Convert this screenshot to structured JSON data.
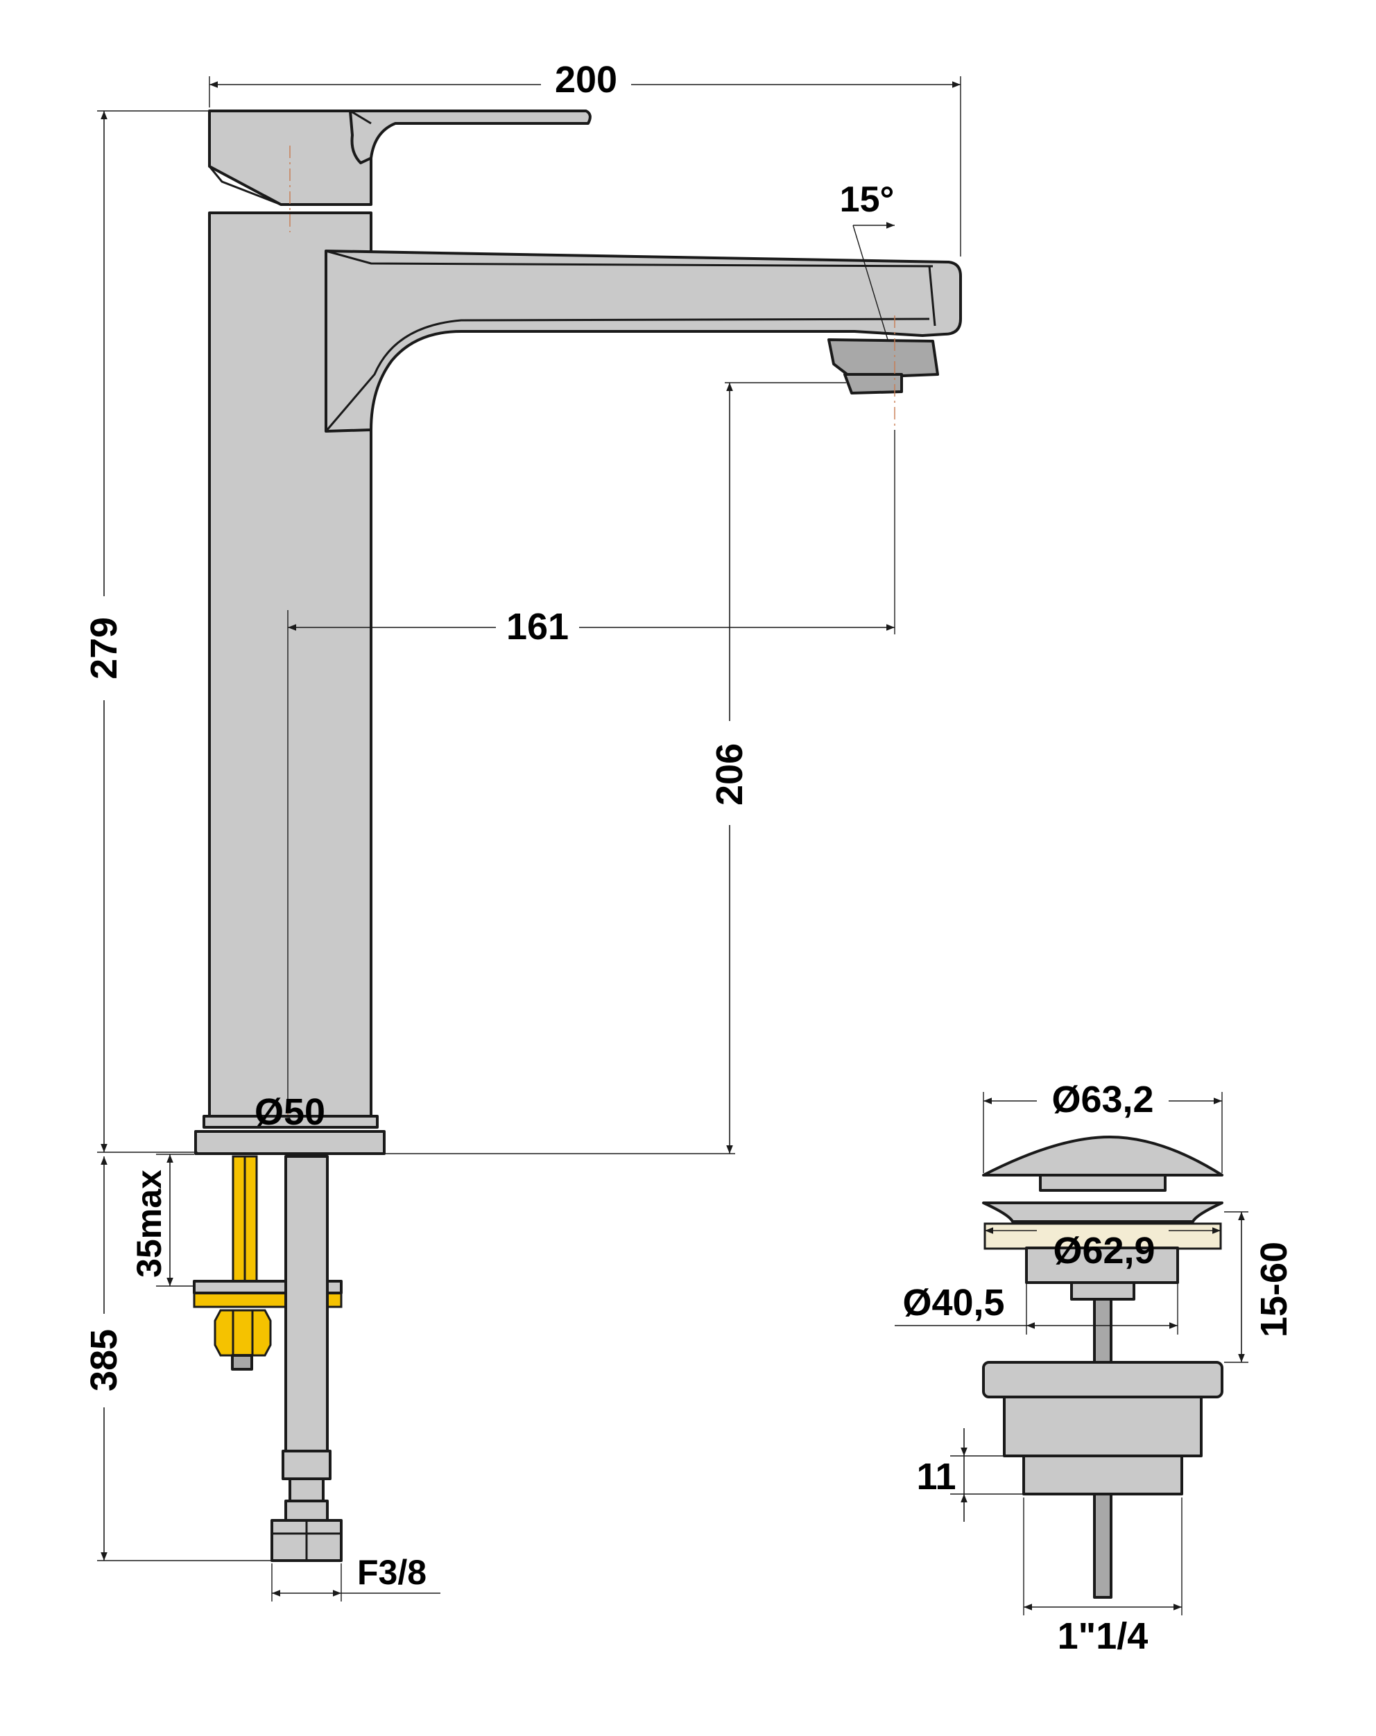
{
  "colors": {
    "body": "#c9c9c9",
    "outline": "#1a1a1a",
    "fixing_hardware": "#f5c200",
    "gasket": "#f3ecd3"
  },
  "faucet": {
    "width": "200",
    "angle": "15°",
    "height": "279",
    "spout_reach": "161",
    "spout_height": "206",
    "base_diameter": "Ø50",
    "max_deck_thickness": "35max",
    "hose_length": "385",
    "connection": "F3/8"
  },
  "waste": {
    "cap_diameter": "Ø63,2",
    "flange_diameter": "Ø62,9",
    "body_diameter": "Ø40,5",
    "clamping_range": "15-60",
    "thread_height": "11",
    "thread_size": "1\"1/4"
  }
}
